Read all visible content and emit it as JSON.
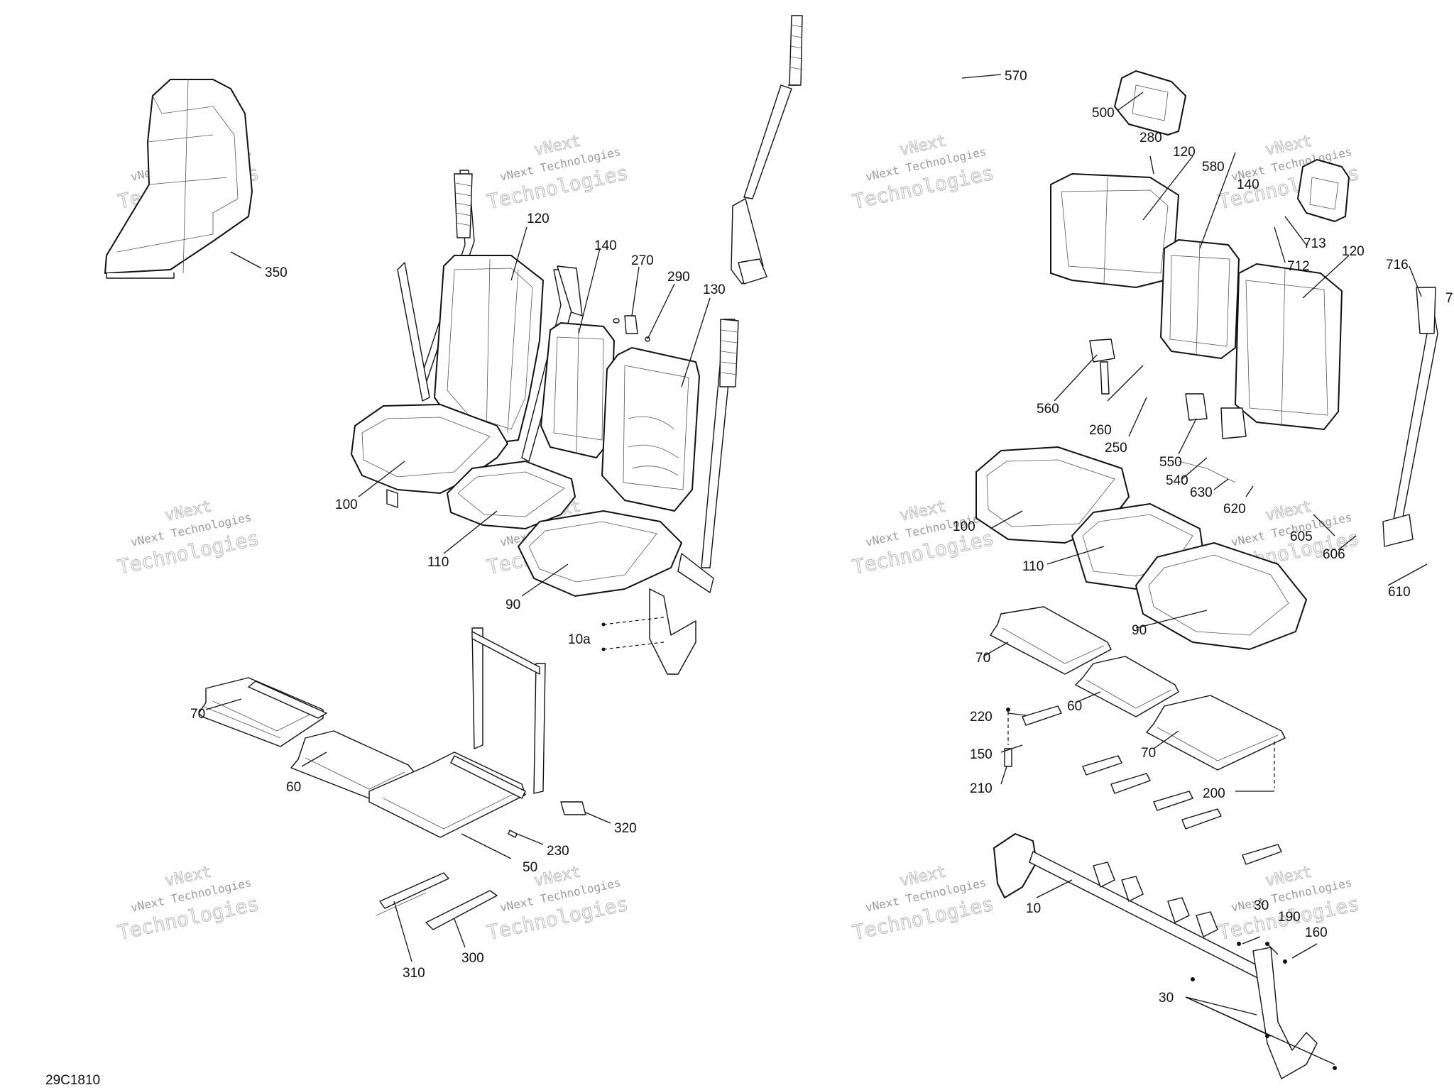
{
  "diagram": {
    "figure_code": "29C1810",
    "watermark": {
      "line1": "vNext Technologies",
      "line2": "vNext",
      "line3": "Technologies"
    },
    "callouts": {
      "l350": "350",
      "l120a": "120",
      "l140a": "140",
      "l270": "270",
      "l290": "290",
      "l130": "130",
      "l100a": "100",
      "l110a": "110",
      "l90a": "90",
      "l10a": "10a",
      "l70a": "70",
      "l60a": "60",
      "l320": "320",
      "l230": "230",
      "l50": "50",
      "l310": "310",
      "l300": "300",
      "l570": "570",
      "l500": "500",
      "l280": "280",
      "l120b": "120",
      "l580": "580",
      "l140b": "140",
      "l713": "713",
      "l712": "712",
      "l120c": "120",
      "l716": "716",
      "l7": "7",
      "l560": "560",
      "l260": "260",
      "l250": "250",
      "l550": "550",
      "l540": "540",
      "l630": "630",
      "l620": "620",
      "l100b": "100",
      "l110b": "110",
      "l605": "605",
      "l606": "606",
      "l610": "610",
      "l90b": "90",
      "l70b": "70",
      "l60b": "60",
      "l70c": "70",
      "l220": "220",
      "l150": "150",
      "l210": "210",
      "l200": "200",
      "l10": "10",
      "l30a": "30",
      "l190": "190",
      "l160": "160",
      "l30b": "30"
    }
  }
}
